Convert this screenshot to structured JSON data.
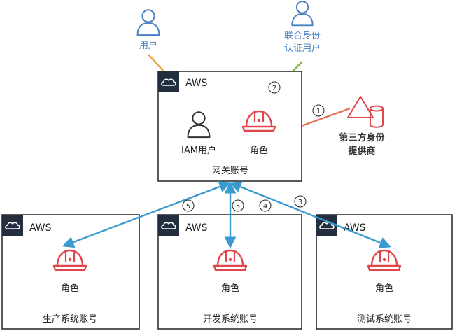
{
  "colors": {
    "user_blue": "#4a7fc1",
    "role_red": "#e0474c",
    "arrow_blue": "#3a9ad0",
    "line_orange": "#f2a03d",
    "line_green": "#7cb342",
    "line_salmon": "#e8735a",
    "box_border": "#222222",
    "cloud_tab": "#232f3e"
  },
  "top_actors": {
    "user": {
      "label": "用户",
      "icon": "user-icon"
    },
    "federated_user": {
      "line1": "联合身份",
      "line2": "认证用户",
      "icon": "user-icon"
    }
  },
  "third_party": {
    "line1": "第三方身份",
    "line2": "提供商",
    "icon": "identity-provider-icon"
  },
  "gateway": {
    "provider": "AWS",
    "iam_user_label": "IAM用户",
    "role_label": "角色",
    "account_label": "网关账号"
  },
  "accounts": [
    {
      "provider": "AWS",
      "role_label": "角色",
      "account_label": "生产系统账号"
    },
    {
      "provider": "AWS",
      "role_label": "角色",
      "account_label": "开发系统账号"
    },
    {
      "provider": "AWS",
      "role_label": "角色",
      "account_label": "测试系统账号"
    }
  ],
  "step_markers": {
    "federated_to_role": "2",
    "idp_to_role": "1",
    "to_production": "5",
    "to_development": "5",
    "to_development_b": "4",
    "to_test": "3"
  }
}
